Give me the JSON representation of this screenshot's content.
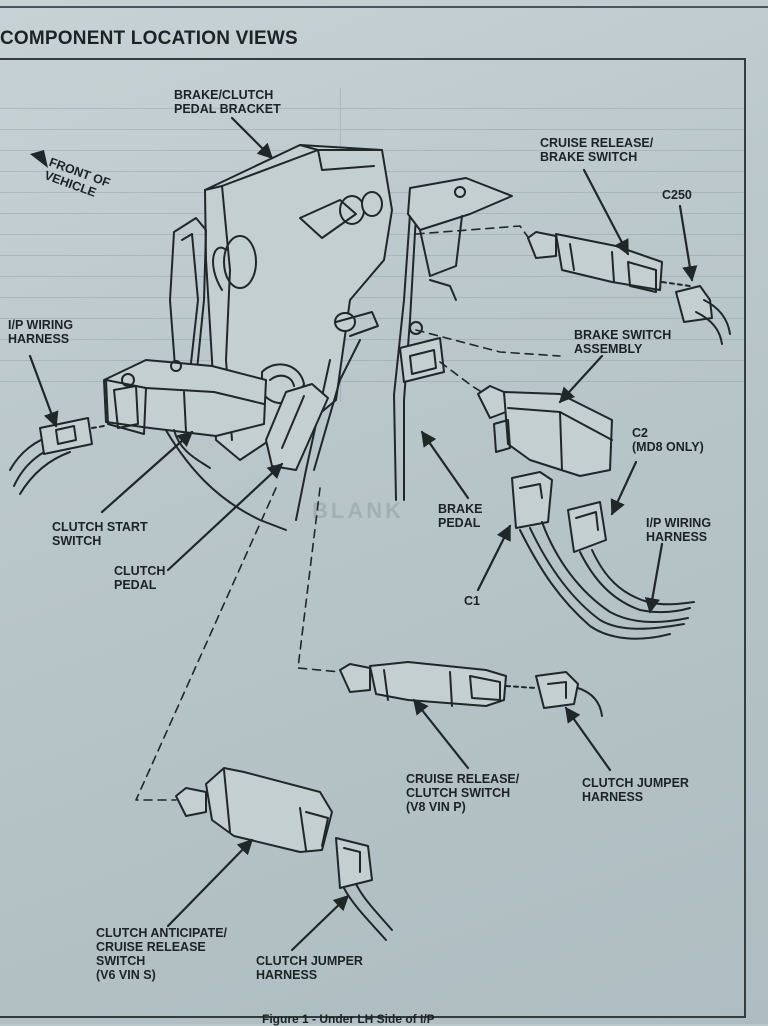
{
  "section_title": "COMPONENT LOCATION VIEWS",
  "front_of_vehicle": "FRONT OF\nVEHICLE",
  "labels": {
    "brake_clutch_pedal_bracket": "BRAKE/CLUTCH\nPEDAL BRACKET",
    "cruise_release_brake_switch": "CRUISE RELEASE/\nBRAKE SWITCH",
    "c250": "C250",
    "ip_wiring_harness_left": "I/P WIRING\nHARNESS",
    "brake_switch_assembly": "BRAKE SWITCH\nASSEMBLY",
    "c2": "C2\n(MD8 ONLY)",
    "ip_wiring_harness_right": "I/P WIRING\nHARNESS",
    "brake_pedal": "BRAKE\nPEDAL",
    "clutch_start_switch": "CLUTCH START\nSWITCH",
    "clutch_pedal": "CLUTCH\nPEDAL",
    "c1": "C1",
    "cruise_release_clutch_switch": "CRUISE RELEASE/\nCLUTCH SWITCH\n(V8  VIN P)",
    "clutch_jumper_harness_right": "CLUTCH JUMPER\nHARNESS",
    "clutch_anticipate": "CLUTCH ANTICIPATE/\nCRUISE RELEASE\nSWITCH\n(V6  VIN S)",
    "clutch_jumper_harness_bottom": "CLUTCH JUMPER\nHARNESS"
  },
  "show_through_word": "BLANK",
  "caption": "Figure 1 - Under LH Side of I/P",
  "colors": {
    "paper": "#c2cdd0",
    "ink": "#1c2325"
  }
}
